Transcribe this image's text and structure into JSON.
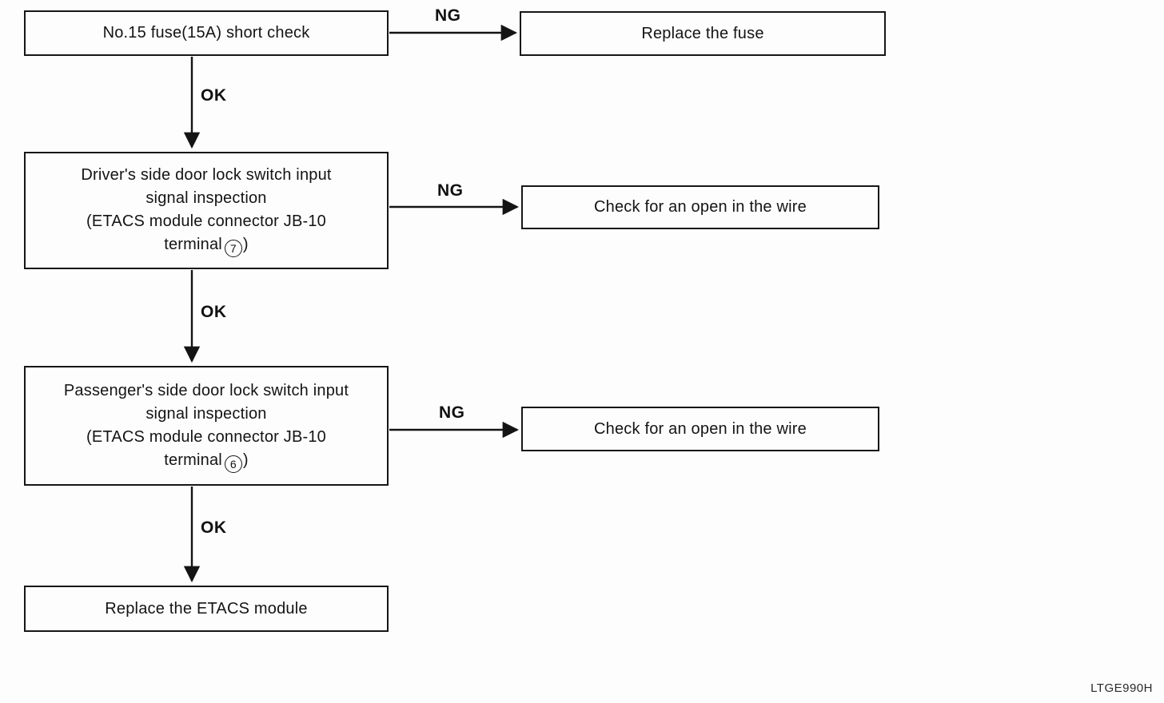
{
  "flowchart": {
    "figure_code": "LTGE990H",
    "connector_labels": {
      "ng": "NG",
      "ok": "OK"
    },
    "boxes": {
      "fuse_check": {
        "line1": "No.15 fuse(15A) short check"
      },
      "replace_fuse": {
        "line1": "Replace the fuse"
      },
      "driver_inspection": {
        "line1": "Driver's side door lock switch input",
        "line2": "signal inspection",
        "line3": "(ETACS module connector JB-10",
        "terminal_label": "terminal",
        "terminal_digit": "7",
        "terminal_close": ")"
      },
      "check_wire_1": {
        "line1": "Check for an open in the wire"
      },
      "passenger_inspection": {
        "line1": "Passenger's side door lock switch input",
        "line2": "signal inspection",
        "line3": "(ETACS module connector JB-10",
        "terminal_label": "terminal",
        "terminal_digit": "6",
        "terminal_close": ")"
      },
      "check_wire_2": {
        "line1": "Check for an open in the wire"
      },
      "replace_etacs": {
        "line1": "Replace the ETACS module"
      }
    }
  }
}
